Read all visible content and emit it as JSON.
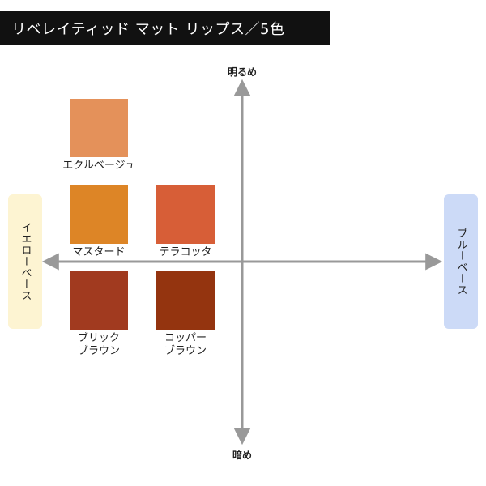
{
  "title": "リベレイティッド マット リップス／5色",
  "axes": {
    "top_label": "明るめ",
    "bottom_label": "暗め",
    "left_label": "イエローベース",
    "right_label": "ブルーベース"
  },
  "colors": {
    "left_tab_bg": "#fdf4d2",
    "right_tab_bg": "#ccdaf7",
    "axis": "#999999"
  },
  "shades": [
    {
      "name": "エクルベージュ",
      "color": "#e4915a"
    },
    {
      "name": "マスタード",
      "color": "#dd8526"
    },
    {
      "name": "テラコッタ",
      "color": "#d75e37"
    },
    {
      "name": "ブリック\nブラウン",
      "color": "#a13a1f"
    },
    {
      "name": "コッパー\nブラウン",
      "color": "#94340f"
    }
  ]
}
